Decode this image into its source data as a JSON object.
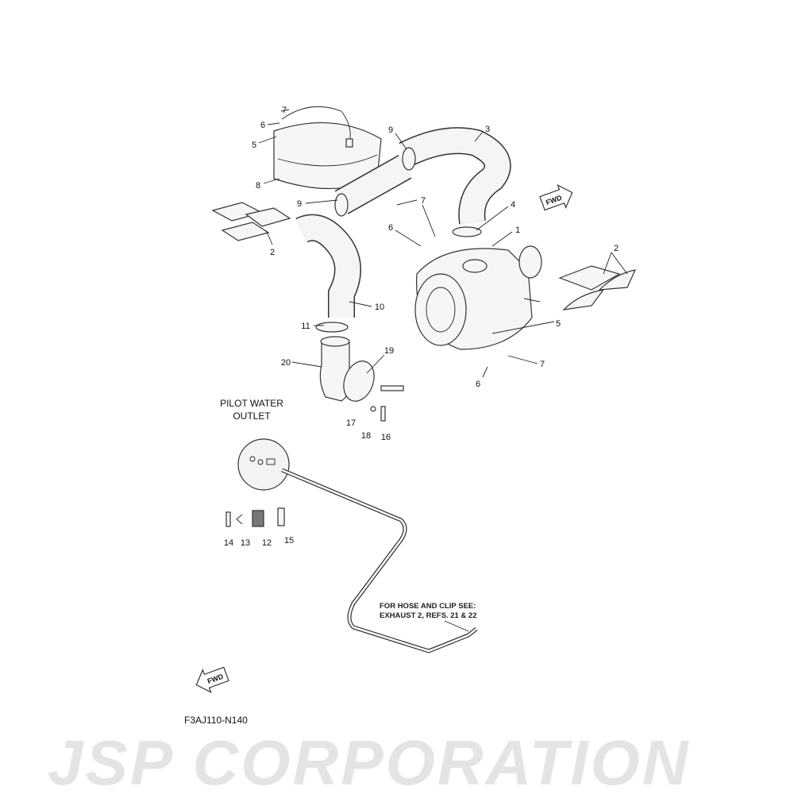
{
  "watermark": "JSP CORPORATION",
  "diagram_code": "F3AJ110-N140",
  "pilot_title": [
    "PILOT WATER",
    "OUTLET"
  ],
  "note": [
    "FOR HOSE AND CLIP SEE:",
    "EXHAUST 2, REFS. 21 & 22"
  ],
  "fwd_label": "FWD",
  "callouts": {
    "c7a": "7",
    "c6a": "6",
    "c5a": "5",
    "c8": "8",
    "c9a": "9",
    "c3": "3",
    "c9b": "9",
    "c7b": "7",
    "c4": "4",
    "c6b": "6",
    "c1": "1",
    "c2a": "2",
    "c2b": "2",
    "c10": "10",
    "c11": "11",
    "c5b": "5",
    "c19": "19",
    "c20": "20",
    "c7c": "7",
    "c6c": "6",
    "c17": "17",
    "c18": "18",
    "c16": "16",
    "c14": "14",
    "c13": "13",
    "c12": "12",
    "c15": "15"
  }
}
